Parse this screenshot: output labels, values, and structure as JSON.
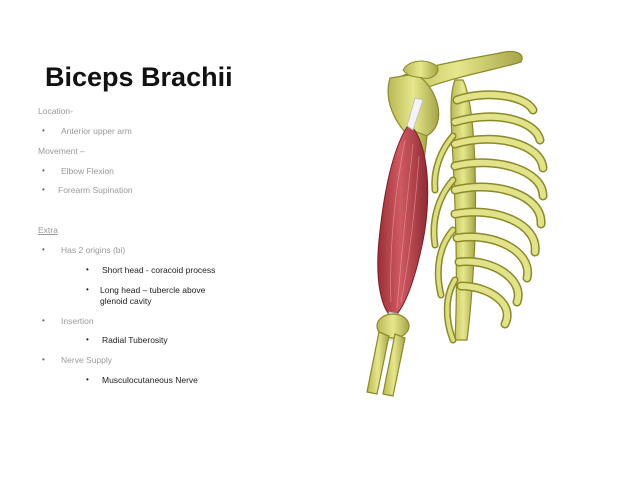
{
  "slide": {
    "title": "Biceps Brachii",
    "location_heading": "Location-",
    "location_item": "Anterior upper arm",
    "movement_heading": "Movement –",
    "movement_items": [
      "Elbow Flexion",
      "Forearm Supination"
    ],
    "extra_heading": "Extra",
    "origins_item": "Has 2 origins (bi)",
    "origin_short": "Short head - coracoid process",
    "origin_long_1": "Long head – tubercle above",
    "origin_long_2": "glenoid cavity",
    "insertion_item": "Insertion",
    "insertion_sub": "Radial Tuberosity",
    "nerve_item": "Nerve Supply",
    "nerve_sub": "Musculocutaneous Nerve",
    "bullet_glyph": "•"
  },
  "colors": {
    "bone": "#d8d87a",
    "bone_outline": "#8a8a2a",
    "muscle": "#c84a55",
    "muscle_dark": "#8e2a33"
  }
}
